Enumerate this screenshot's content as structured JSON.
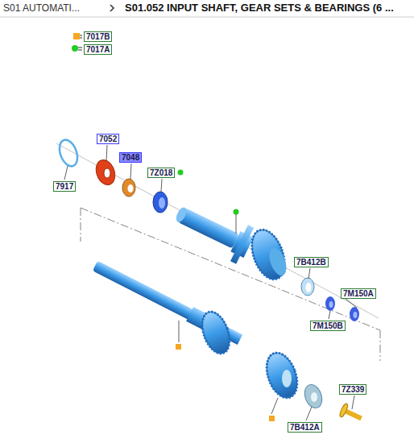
{
  "diagram": {
    "title": "S01.052 INPUT SHAFT, GEAR SETS & BEARINGS (6 ...",
    "nodes": [
      {
        "text": [
          "7052"
        ]
      },
      {
        "text": [
          "7048"
        ]
      },
      {
        "text": [
          "7Z018"
        ]
      },
      {
        "text": [
          "7917"
        ]
      },
      {
        "text": [
          "7B412B"
        ]
      },
      {
        "text": [
          "7M150A"
        ]
      },
      {
        "text": [
          "7M150B"
        ]
      },
      {
        "text": [
          "7Z339"
        ]
      },
      {
        "text": [
          "7B412A"
        ]
      }
    ],
    "labels": [
      "S01 AUTOMATI..."
    ],
    "legend": [
      {
        "text": "7017B",
        "color": "#f5a623"
      },
      {
        "text": "7017A",
        "color": "#22cc22"
      }
    ]
  }
}
